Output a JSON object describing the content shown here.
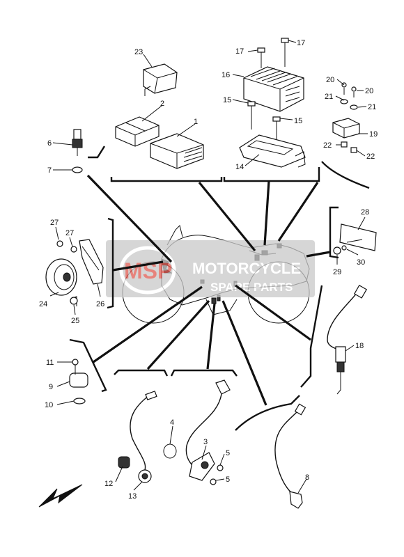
{
  "diagram": {
    "labels": [
      "23",
      "2",
      "1",
      "6",
      "7",
      "17",
      "17",
      "16",
      "15",
      "15",
      "14",
      "20",
      "20",
      "21",
      "21",
      "19",
      "22",
      "22",
      "27",
      "27",
      "24",
      "25",
      "26",
      "28",
      "29",
      "30",
      "18",
      "11",
      "9",
      "10",
      "4",
      "3",
      "5",
      "5",
      "12",
      "13",
      "8"
    ]
  },
  "watermark": {
    "logo": "MSP",
    "line1": "MOTORCYCLE",
    "line2": "SPARE PARTS",
    "accent_color": "#e8362a"
  }
}
